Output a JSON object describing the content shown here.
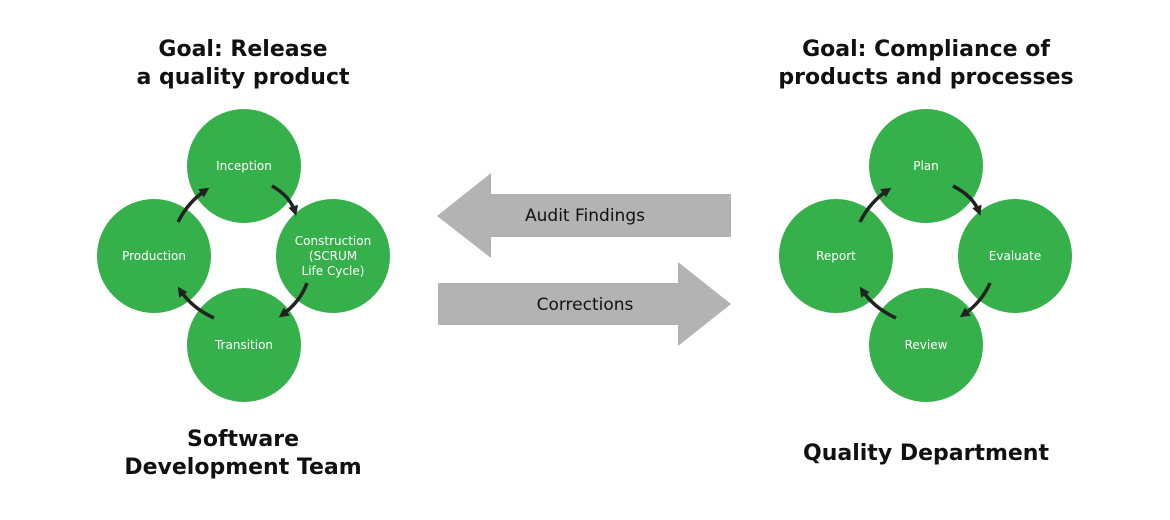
{
  "left_panel": {
    "goal_line1": "Goal: Release",
    "goal_line2": "a quality product",
    "team_line1": "Software",
    "team_line2": "Development Team",
    "nodes": {
      "inception": "Inception",
      "construction_line1": "Construction",
      "construction_line2": "(SCRUM",
      "construction_line3": "Life Cycle)",
      "transition": "Transition",
      "production": "Production"
    }
  },
  "right_panel": {
    "goal_line1": "Goal: Compliance of",
    "goal_line2": "products and processes",
    "team": "Quality Department",
    "nodes": {
      "plan": "Plan",
      "evaluate": "Evaluate",
      "review": "Review",
      "report": "Report"
    }
  },
  "flows": {
    "audit_findings": "Audit Findings",
    "corrections": "Corrections"
  },
  "colors": {
    "node_fill": "#35b04a",
    "arrow_gray": "#b3b3b3",
    "cycle_arrow": "#222222"
  }
}
